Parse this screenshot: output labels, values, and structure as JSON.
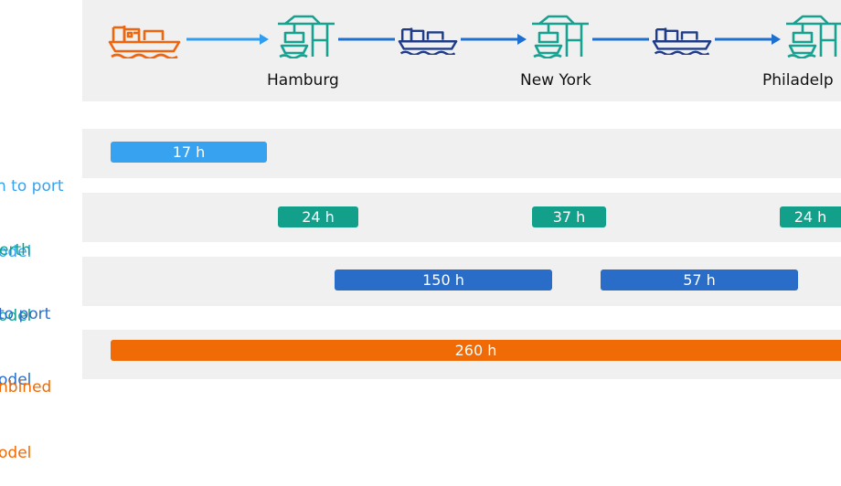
{
  "colors": {
    "panel": "#f0f0f0",
    "ship_origin": "#f2640c",
    "ship": "#1f3c88",
    "crane": "#16a291",
    "arrow": "#1d6fd0",
    "arrow_light": "#2f9ef0",
    "row_port_to_port_light": "#37a3f0",
    "row_berth": "#13a08b",
    "row_port_to_port": "#2a6dc9",
    "row_combined": "#f06a05"
  },
  "route": {
    "ports": [
      {
        "name": "Hamburg",
        "icon": "container-crane-icon"
      },
      {
        "name": "New York",
        "icon": "container-crane-icon"
      },
      {
        "name": "Philadelp",
        "icon": "container-crane-icon"
      }
    ],
    "vessels": [
      "cargo-ship-icon",
      "cargo-ship-icon",
      "cargo-ship-icon"
    ]
  },
  "rows": [
    {
      "label_line1": "n to port",
      "label_line2": "odel",
      "bars": [
        {
          "text": "17 h"
        }
      ]
    },
    {
      "label_line1": "erth",
      "label_line2": "odel",
      "bars": [
        {
          "text": "24 h"
        },
        {
          "text": "37 h"
        },
        {
          "text": "24 h"
        }
      ]
    },
    {
      "label_line1": "to port",
      "label_line2": "odel",
      "bars": [
        {
          "text": "150 h"
        },
        {
          "text": "57 h"
        }
      ]
    },
    {
      "label_line1": "nbined",
      "label_line2": "odel",
      "bars": [
        {
          "text": "260 h"
        }
      ]
    }
  ]
}
